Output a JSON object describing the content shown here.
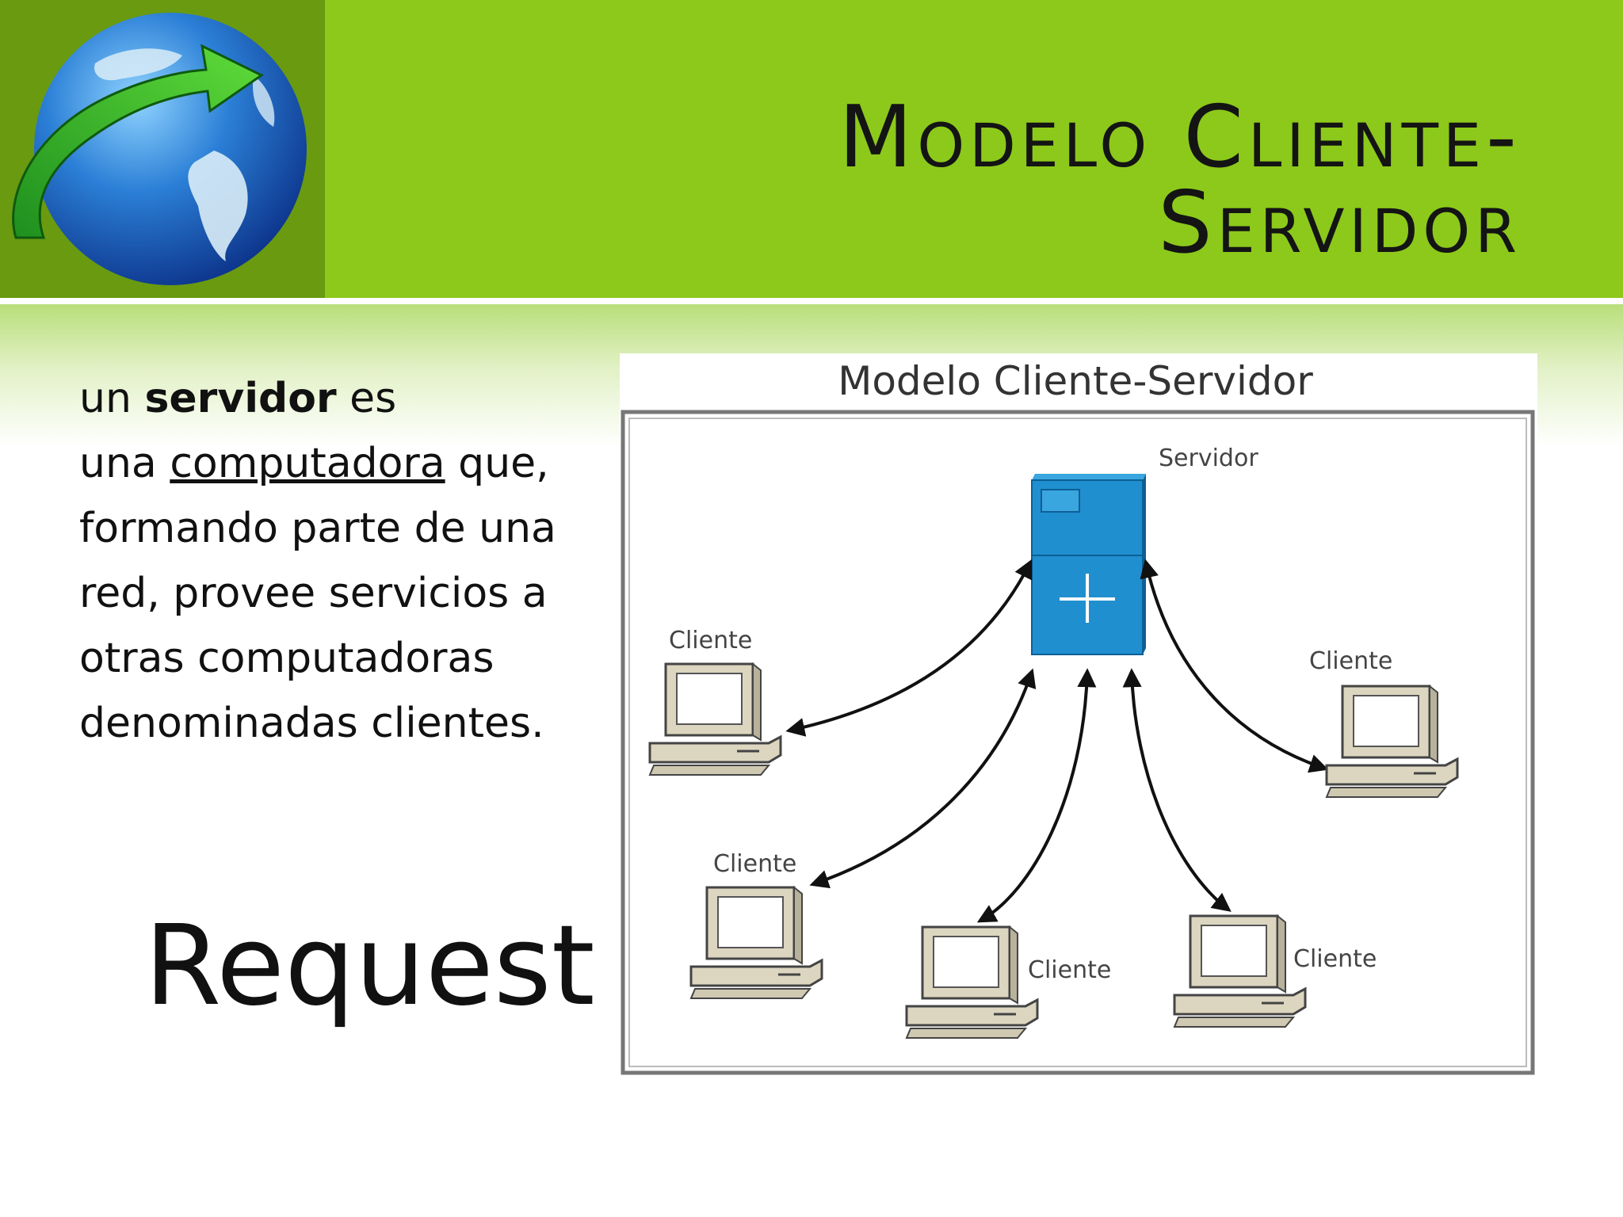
{
  "slide": {
    "title": "Modelo Cliente-Servidor",
    "body": {
      "prefix": "un ",
      "bold_word": "servidor",
      "after_bold": " es",
      "line2_prefix": "una ",
      "link_word": "computadora",
      "line2_suffix": " que,",
      "rest": "formando parte de una red, provee servicios a otras computadoras denominadas clientes."
    },
    "big_word": "Request"
  },
  "diagram": {
    "title": "Modelo Cliente-Servidor",
    "server_label": "Servidor",
    "clients": [
      {
        "label": "Cliente"
      },
      {
        "label": "Cliente"
      },
      {
        "label": "Cliente"
      },
      {
        "label": "Cliente"
      },
      {
        "label": "Cliente"
      }
    ]
  },
  "colors": {
    "header_green": "#8cc91b",
    "logo_green": "#6a9a10",
    "server_blue": "#1f8fd0"
  },
  "icons": [
    "globe-icon",
    "arrow-icon",
    "server-icon",
    "computer-icon"
  ]
}
